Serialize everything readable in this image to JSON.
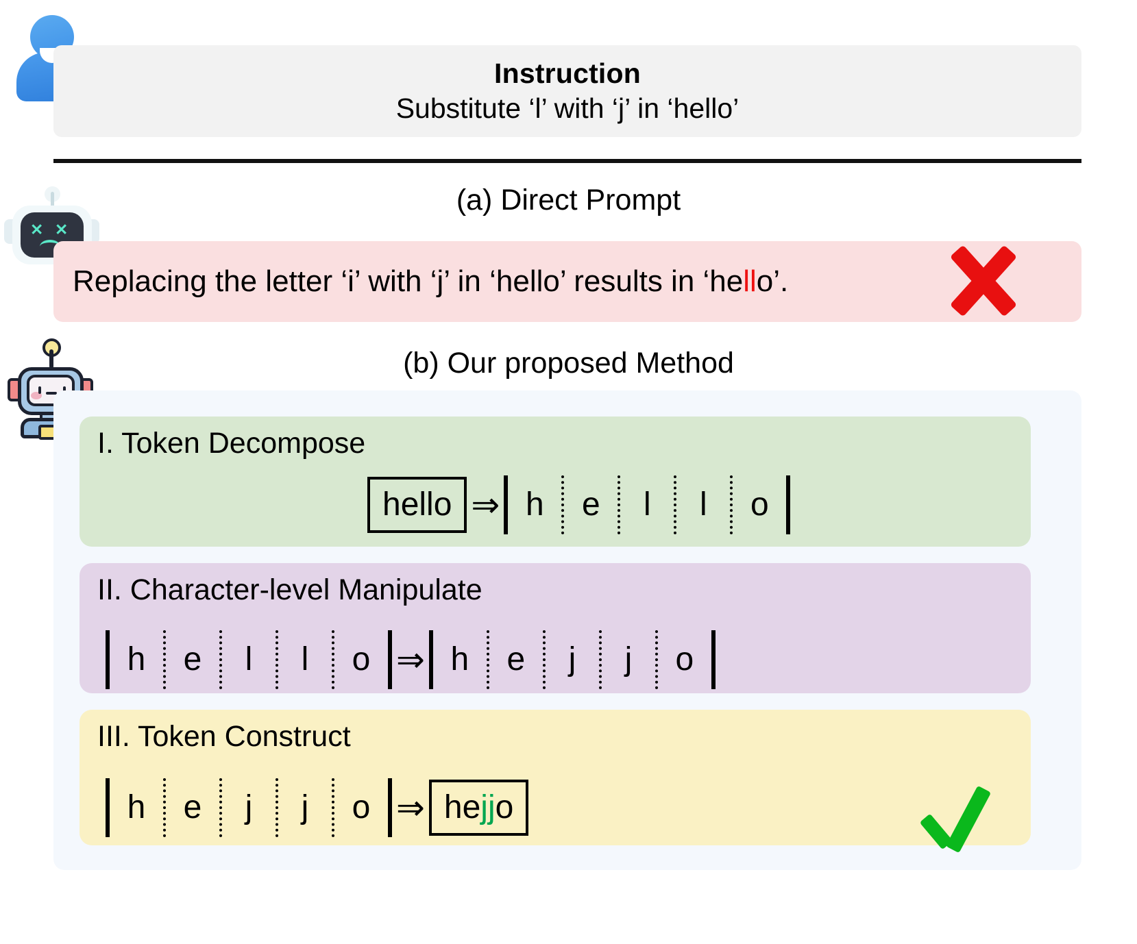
{
  "instruction": {
    "title": "Instruction",
    "text": "Substitute ‘l’ with ‘j’ in ‘hello’"
  },
  "section_a": {
    "title": "(a) Direct Prompt",
    "robot_icon": "sad-robot-icon",
    "response_prefix": "Replacing the letter ‘i’ with ‘j’ in ‘hello’ results in ‘he",
    "response_highlight": "ll",
    "response_suffix": "o’.",
    "result_icon": "cross-mark-icon",
    "result_color": "#e81010",
    "box_color": "#fadfe0"
  },
  "section_b": {
    "title": "(b) Our proposed Method",
    "robot_icon": "happy-robot-icon",
    "container_color": "#f4f8fd",
    "steps": [
      {
        "title": "I. Token Decompose",
        "box_color": "#d8e8d0",
        "input_token": "hello",
        "arrow": "⇒",
        "output_chars": [
          "h",
          "e",
          "l",
          "l",
          "o"
        ]
      },
      {
        "title": "II. Character-level Manipulate",
        "box_color": "#e3d4e8",
        "input_chars": [
          "h",
          "e",
          "l",
          "l",
          "o"
        ],
        "arrow": "⇒",
        "output_chars": [
          "h",
          "e",
          "j",
          "j",
          "o"
        ]
      },
      {
        "title": "III. Token Construct",
        "box_color": "#faf1c4",
        "input_chars": [
          "h",
          "e",
          "j",
          "j",
          "o"
        ],
        "arrow": "⇒",
        "output_token_prefix": "he",
        "output_token_highlight": "jj",
        "output_token_suffix": "o",
        "highlight_color": "#00a650",
        "result_icon": "check-mark-icon",
        "result_color": "#0ab81c"
      }
    ]
  }
}
